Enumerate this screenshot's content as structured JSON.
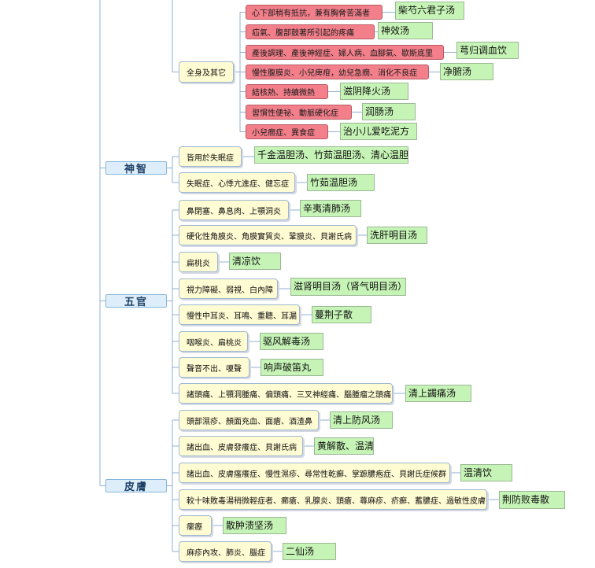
{
  "categories": [
    {
      "id": "shenzhi",
      "label": "神智",
      "children": [
        {
          "id": "c8",
          "label": "皆用於失眠症",
          "formulas": [
            "千金温胆汤、竹茹温胆汤、清心温胆汤"
          ]
        },
        {
          "id": "c9",
          "label": "失眠症、心悸亢進症、健忘症",
          "formulas": [
            "竹茹温胆汤"
          ]
        }
      ]
    },
    {
      "id": "wuguan",
      "label": "五官",
      "children": [
        {
          "id": "c10",
          "label": "鼻閉塞、鼻息肉、上顎洞炎",
          "formulas": [
            "辛夷清肺汤"
          ]
        },
        {
          "id": "c11",
          "label": "硬化性角膜炎、角膜實質炎、鞏膜炎、貝謝氏病",
          "formulas": [
            "洗肝明目汤"
          ]
        },
        {
          "id": "c12",
          "label": "扁桃炎",
          "formulas": [
            "清凉饮"
          ]
        },
        {
          "id": "c13",
          "label": "視力障礙、弱視、白內障",
          "formulas": [
            "滋肾明目汤（肾气明目汤）"
          ]
        },
        {
          "id": "c14",
          "label": "慢性中耳炎、耳鳴、重聽、耳漏",
          "formulas": [
            "蔓荆子散"
          ]
        },
        {
          "id": "c15",
          "label": "咽喉炎、扁桃炎",
          "formulas": [
            "驱风解毒汤"
          ]
        },
        {
          "id": "c16",
          "label": "聲音不出、嗄聲",
          "formulas": [
            "响声破笛丸"
          ]
        },
        {
          "id": "c17",
          "label": "諸頭痛、上顎洞腫痛、偏頭痛、三叉神經痛、腦腫瘤之頭痛",
          "formulas": [
            "清上蠲痛汤"
          ]
        }
      ]
    },
    {
      "id": "pifu",
      "label": "皮膚",
      "children": [
        {
          "id": "c18",
          "label": "頭部濕疹、顏面充血、面瘡、酒渣鼻",
          "formulas": [
            "清上防风汤"
          ]
        },
        {
          "id": "c19",
          "label": "諸出血、皮膚發癢症、貝謝氏病",
          "formulas": [
            "黄解散、温清饮"
          ]
        },
        {
          "id": "c20",
          "label": "諸出血、皮膚瘙癢症、慢性濕疹、尋常性乾癬、掌蹠膿疱症、貝謝氏症候群",
          "formulas": [
            "温清饮"
          ]
        },
        {
          "id": "c21",
          "label": "較十味敗毒湯稍微輕症者、癤瘡、乳腺炎、頭瘡、蕁麻疹、疥癬、蓄膿症、過敏性皮膚",
          "formulas": [
            "荆防败毒散"
          ]
        },
        {
          "id": "c22",
          "label": "瘰癧",
          "formulas": [
            "散肿溃坚汤"
          ]
        },
        {
          "id": "c23",
          "label": "麻疹內攻、肺炎、腦症",
          "formulas": [
            "二仙汤"
          ]
        }
      ]
    }
  ],
  "top_group": {
    "id": "quanshen",
    "label": "全身及其它",
    "children": [
      {
        "id": "r1",
        "label": "心下部稍有抵抗，兼有胸脅苦滿者",
        "formulas": [
          "柴芍六君子汤"
        ]
      },
      {
        "id": "r2",
        "label": "疝氣、腹部鼓著所引起的疼痛",
        "formulas": [
          "神效汤"
        ]
      },
      {
        "id": "r3",
        "label": "產後調理、產後神經症、婦人病、血腳氣、歇斯底里",
        "formulas": [
          "芎归调血饮"
        ]
      },
      {
        "id": "r4",
        "label": "慢性腹膜炎、小兒痺疳，幼兒急癇、消化不良症",
        "formulas": [
          "净腑汤"
        ]
      },
      {
        "id": "r5",
        "label": "結核熱、持續微熱",
        "formulas": [
          "滋阴降火汤"
        ]
      },
      {
        "id": "r6",
        "label": "習慣性便祕、動脈硬化症",
        "formulas": [
          "润肠汤"
        ]
      },
      {
        "id": "r7",
        "label": "小兒癇症、異食症",
        "formulas": [
          "治小儿爱吃泥方"
        ]
      }
    ]
  },
  "colors": {
    "line": "#8fb0d4",
    "category_fill": "#ddeefa",
    "condition_fill": "#fffbd2",
    "condition_highlight_fill": "#f27f8a",
    "formula_fill": "#c6f4b6"
  }
}
